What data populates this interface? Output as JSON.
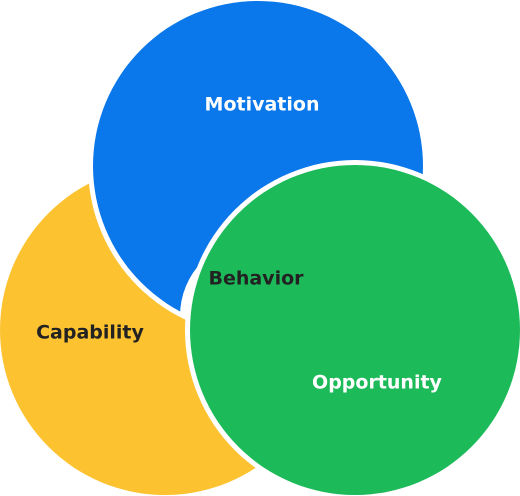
{
  "diagram": {
    "title": "",
    "center_label": "Behavior",
    "segments": [
      {
        "id": "motivation",
        "label": "Motivation",
        "color": "#0A77EA",
        "label_color": "#FFFFFF"
      },
      {
        "id": "opportunity",
        "label": "Opportunity",
        "color": "#1DBA5A",
        "label_color": "#FFFFFF"
      },
      {
        "id": "capability",
        "label": "Capability",
        "color": "#FCC230",
        "label_color": "#222222"
      }
    ],
    "center_color": "#222222"
  }
}
